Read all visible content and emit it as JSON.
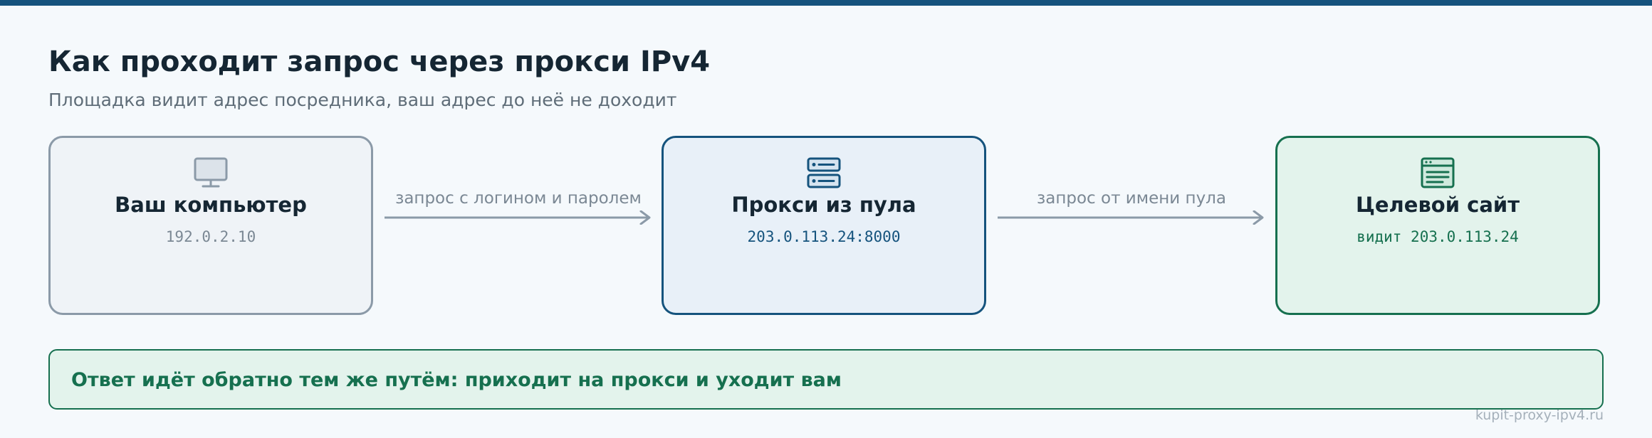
{
  "header": {
    "title": "Как проходит запрос через прокси IPv4",
    "subtitle": "Площадка видит адрес посредника, ваш адрес до неё не доходит"
  },
  "nodes": [
    {
      "id": "client",
      "icon": "monitor-icon",
      "label": "Ваш компьютер",
      "address": "192.0.2.10",
      "color": "#8b9aa8"
    },
    {
      "id": "proxy",
      "icon": "server-icon",
      "label": "Прокси из пула",
      "address": "203.0.113.24:8000",
      "color": "#15537d"
    },
    {
      "id": "target",
      "icon": "browser-window-icon",
      "label": "Целевой сайт",
      "address": "видит 203.0.113.24",
      "color": "#16704f"
    }
  ],
  "edges": [
    {
      "from": "client",
      "to": "proxy",
      "label": "запрос с логином и паролем"
    },
    {
      "from": "proxy",
      "to": "target",
      "label": "запрос от имени пула"
    }
  ],
  "note": {
    "text": "Ответ идёт обратно тем же путём: приходит на прокси и уходит вам"
  },
  "watermark": "kupit-proxy-ipv4.ru",
  "colors": {
    "accent": "#15537d",
    "success": "#16704f",
    "neutral": "#8b9aa8",
    "text": "#152633"
  }
}
